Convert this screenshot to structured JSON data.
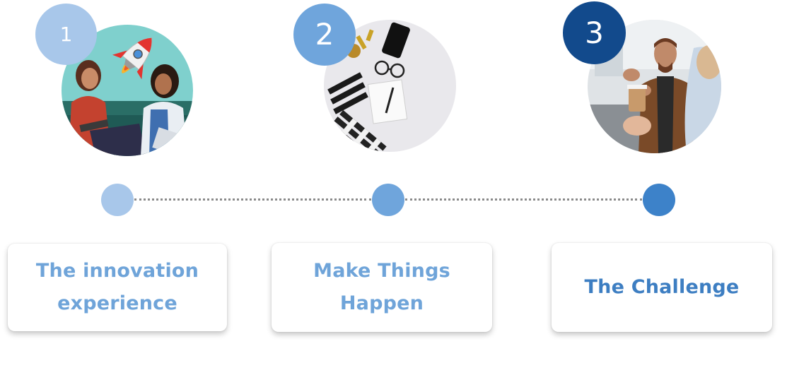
{
  "steps": [
    {
      "number": "1",
      "title_line1": "The innovation",
      "title_line2": "experience",
      "photo": "two-women-with-rocket-photo",
      "badge_color": "#a8c7ea",
      "node_color": "#a8c7ea",
      "title_color": "#6fa4d9"
    },
    {
      "number": "2",
      "title_line1": "Make Things",
      "title_line2": "Happen",
      "photo": "desk-flatlay-photo",
      "badge_color": "#6fa5dc",
      "node_color": "#6fa5dc",
      "title_color": "#6fa4d9"
    },
    {
      "number": "3",
      "title_line1": "The Challenge",
      "title_line2": "",
      "photo": "office-meeting-photo",
      "badge_color": "#124a8c",
      "node_color": "#3d82c9",
      "title_color": "#3d7ec2"
    }
  ]
}
